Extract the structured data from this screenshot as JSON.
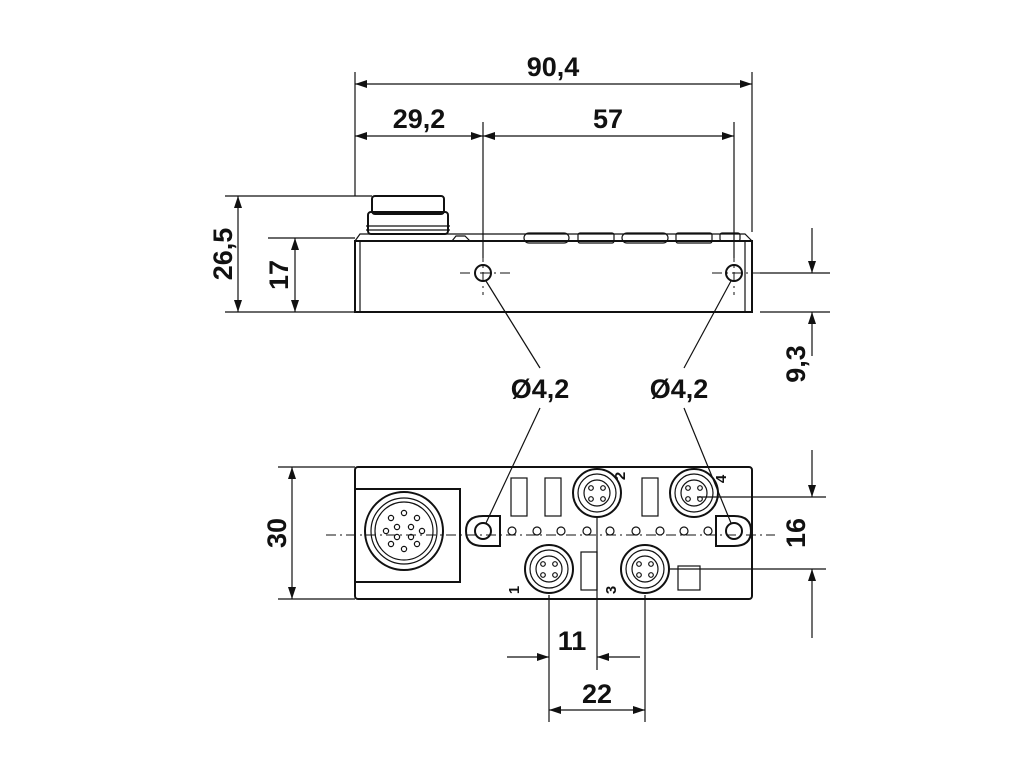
{
  "dimensions": {
    "overall_length": "90,4",
    "offset_left": "29,2",
    "hole_spacing": "57",
    "total_height": "26,5",
    "body_height": "17",
    "hole_height": "9,3",
    "width": "30",
    "row_spacing": "16",
    "pitch_half": "11",
    "pitch_full": "22",
    "hole_diameter_left": "Ø4,2",
    "hole_diameter_right": "Ø4,2"
  },
  "ports": {
    "port1": "1",
    "port2": "2",
    "port3": "3",
    "port4": "4"
  },
  "colors": {
    "line": "#111111",
    "background": "#ffffff"
  }
}
